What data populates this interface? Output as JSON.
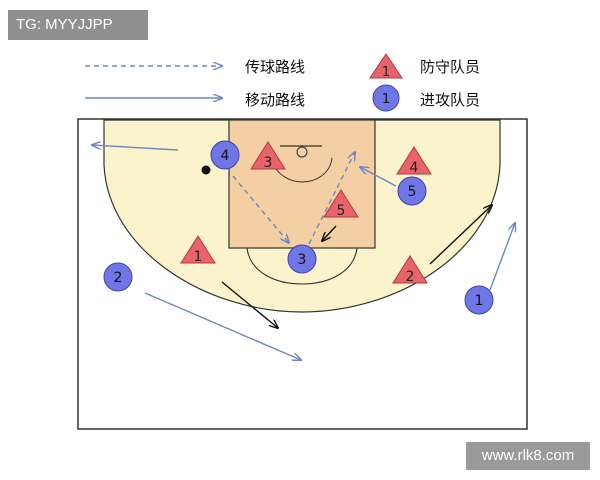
{
  "watermark": "TG: MYYJJPP",
  "site_badge": "www.rlk8.com",
  "legend": {
    "pass_route": "传球路线",
    "move_route": "移动路线",
    "defender": "防守队员",
    "attacker": "进攻队员",
    "defender_marker_number": "1",
    "attacker_marker_number": "1"
  },
  "colors": {
    "court_paint": "#f5cfa4",
    "court_fill": "#fbf3cc",
    "defender": "#e8646a",
    "attacker": "#6f77e6",
    "route_line": "#6d86c4",
    "black_arrow": "#111111"
  },
  "players": {
    "defenders": [
      "1",
      "2",
      "3",
      "4",
      "5"
    ],
    "attackers": [
      "1",
      "2",
      "3",
      "4",
      "5"
    ]
  }
}
